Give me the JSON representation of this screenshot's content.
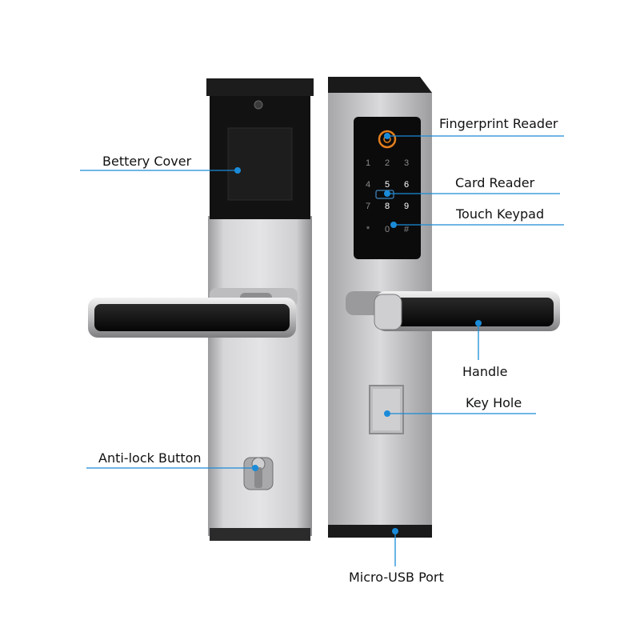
{
  "labels": {
    "battery_cover": "Bettery Cover",
    "anti_lock_button": "Anti-lock Button",
    "fingerprint_reader": "Fingerprint Reader",
    "card_reader": "Card Reader",
    "touch_keypad": "Touch Keypad",
    "handle": "Handle",
    "key_hole": "Key Hole",
    "micro_usb_port": "Micro-USB Port"
  },
  "keypad": {
    "keys": [
      "1",
      "2",
      "3",
      "4",
      "5",
      "6",
      "7",
      "8",
      "9",
      "*",
      "0",
      "#"
    ]
  },
  "colors": {
    "callout_line": "#1a8bd8",
    "steel": "#c8c8ca",
    "black_panel": "#111111"
  }
}
